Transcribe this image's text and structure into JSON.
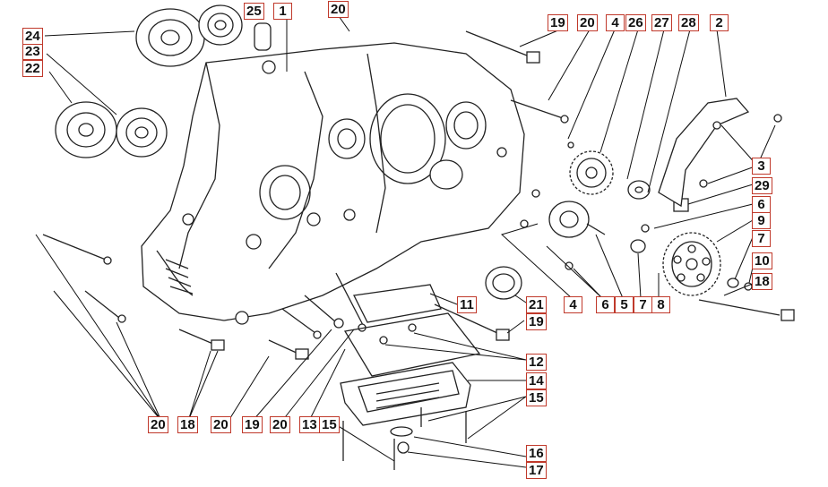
{
  "labels": [
    "1",
    "2",
    "3",
    "4",
    "5",
    "6",
    "7",
    "8",
    "9",
    "10",
    "11",
    "12",
    "13",
    "14",
    "15",
    "16",
    "17",
    "18",
    "19",
    "20",
    "21",
    "22",
    "23",
    "24",
    "25",
    "26",
    "27",
    "28",
    "29"
  ],
  "colors": {
    "label_border": "#c0392b",
    "ink": "#222222",
    "background": "#ffffff"
  }
}
